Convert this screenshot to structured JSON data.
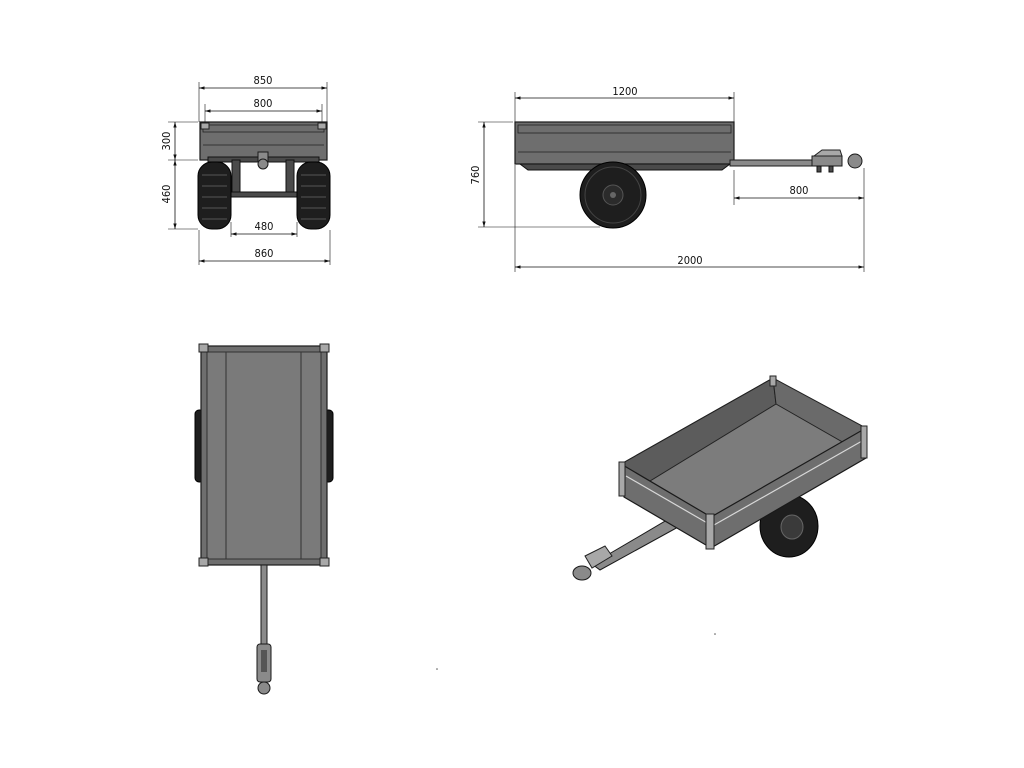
{
  "dimensions": {
    "front_view": {
      "overall_width": "850",
      "inner_width": "800",
      "side_height": "300",
      "wheel_height": "460",
      "track_width": "480",
      "wheel_outer_width": "860"
    },
    "side_view": {
      "box_length": "1200",
      "overall_height": "760",
      "drawbar_length": "800",
      "overall_length": "2000"
    }
  },
  "colors": {
    "ink": "#111111",
    "panel": "#6e6e6e",
    "tire": "#1e1e1e"
  }
}
